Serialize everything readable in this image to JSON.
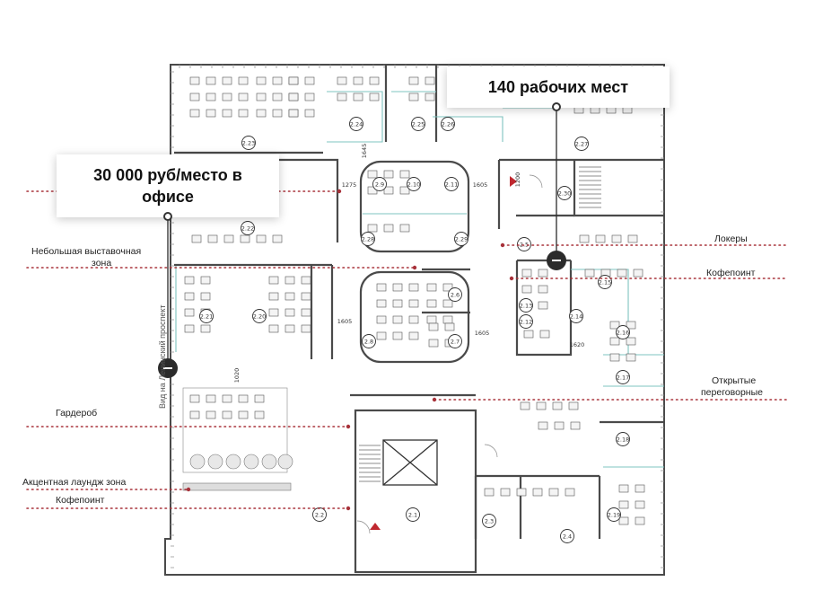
{
  "callouts": {
    "workplaces": "140 рабочих мест",
    "price_line1": "30 000 руб/место в",
    "price_line2": "офисе"
  },
  "zones": {
    "exhibition": "Небольшая выставочная",
    "exhibition_2": "зона",
    "wardrobe": "Гардероб",
    "lounge": "Акцентная лаундж зона",
    "coffee_left": "Кофепоинт",
    "lockers": "Локеры",
    "coffee_right": "Кофепоинт",
    "meetings": "Открытые",
    "meetings_2": "переговорные",
    "street": "Вид на Ленинский проспект"
  },
  "rooms": [
    "2.23",
    "2.24",
    "2.25",
    "2.26",
    "2.27",
    "2.9",
    "2.10",
    "2.11",
    "2.30",
    "2.22",
    "2.28",
    "2.29",
    "2.5",
    "2.6",
    "2.13",
    "2.12",
    "2.15",
    "2.21",
    "2.20",
    "2.14",
    "2.8",
    "2.7",
    "2.16",
    "2.17",
    "2.18",
    "2.1",
    "2.2",
    "2.3",
    "2.4",
    "2.19"
  ],
  "dimensions": [
    "1275",
    "1605",
    "1200",
    "1605",
    "1605",
    "1620",
    "1020",
    "1645"
  ],
  "colors": {
    "accent": "#a8323a",
    "walls": "#4a4a4a",
    "thin": "#8a8a8a",
    "glass": "#7fc4c0"
  }
}
